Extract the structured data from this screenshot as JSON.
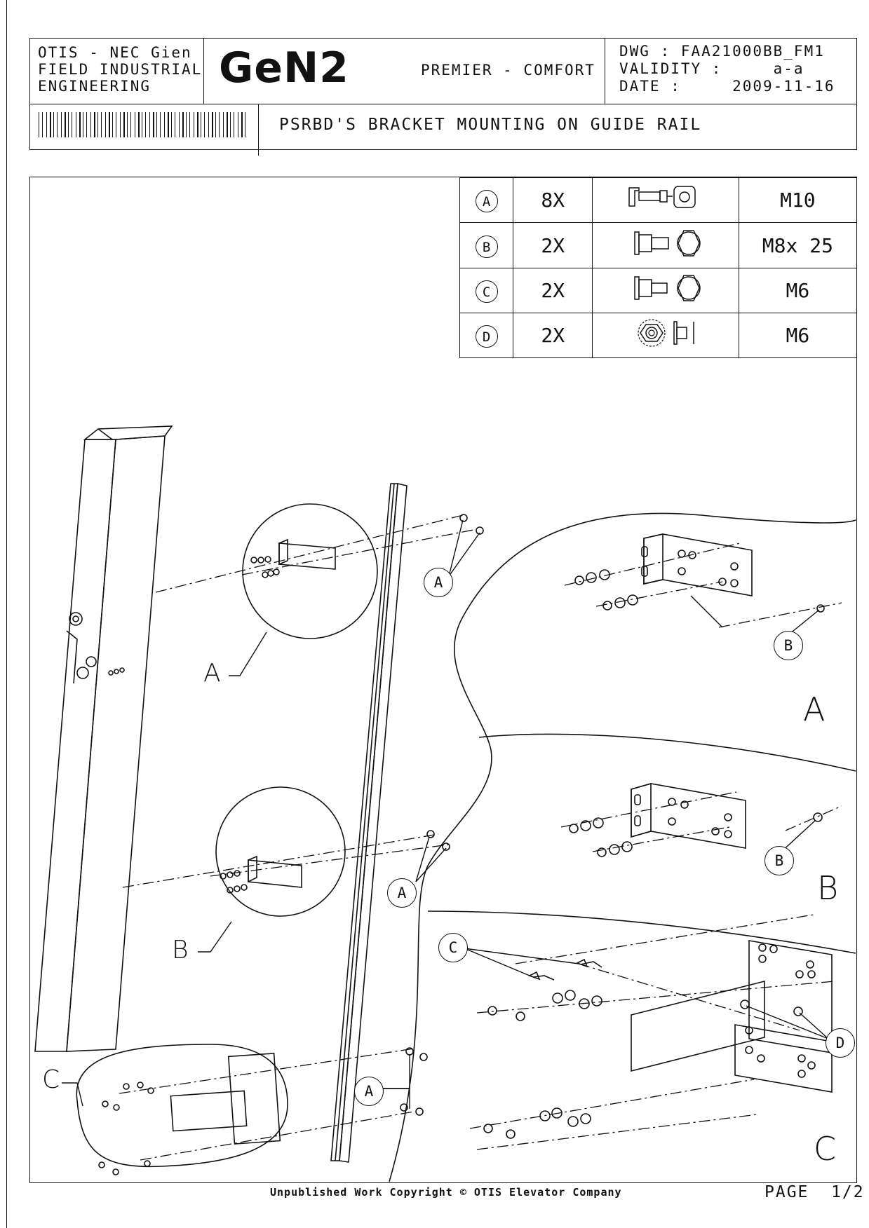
{
  "header": {
    "org_lines": [
      "OTIS - NEC Gien",
      "FIELD INDUSTRIAL",
      "ENGINEERING"
    ],
    "logo": "GeN2",
    "product": "PREMIER - COMFORT",
    "dwg_line": "DWG : FAA21000BB_FM1",
    "validity_line": "VALIDITY :     a-a",
    "date_line": "DATE :     2009-11-16",
    "title": "PSRBD'S BRACKET MOUNTING ON GUIDE RAIL"
  },
  "parts_table": [
    {
      "ref": "A",
      "qty": "8X",
      "icon": "t-bolt-nut-icon",
      "spec": "M10"
    },
    {
      "ref": "B",
      "qty": "2X",
      "icon": "flange-bolt-icon",
      "spec": "M8x 25"
    },
    {
      "ref": "C",
      "qty": "2X",
      "icon": "flange-bolt-icon",
      "spec": "M6"
    },
    {
      "ref": "D",
      "qty": "2X",
      "icon": "flange-nut-icon",
      "spec": "M6"
    }
  ],
  "callouts": {
    "a1": "A",
    "a2": "A",
    "a3": "A",
    "b1": "B",
    "b2": "B",
    "c1": "C",
    "d1": "D"
  },
  "labels": {
    "detail_a": "A",
    "detail_b": "B",
    "detail_c": "C",
    "big_a": "A",
    "big_b": "B",
    "big_c": "C"
  },
  "footer": {
    "copyright": "Unpublished Work Copyright © OTIS Elevator Company",
    "page": "PAGE  1/2"
  }
}
